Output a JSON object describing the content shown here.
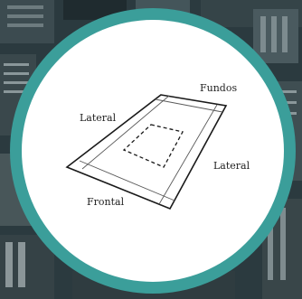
{
  "diagram": {
    "labels": {
      "rear": "Fundos",
      "left_side": "Lateral",
      "right_side": "Lateral",
      "front": "Frontal"
    }
  },
  "colors": {
    "ring": "#3b9e9a",
    "disc": "#ffffff",
    "outline": "#1a1a1a",
    "setback_line": "#5a5a5a",
    "city_base": "#2b3a3f"
  }
}
